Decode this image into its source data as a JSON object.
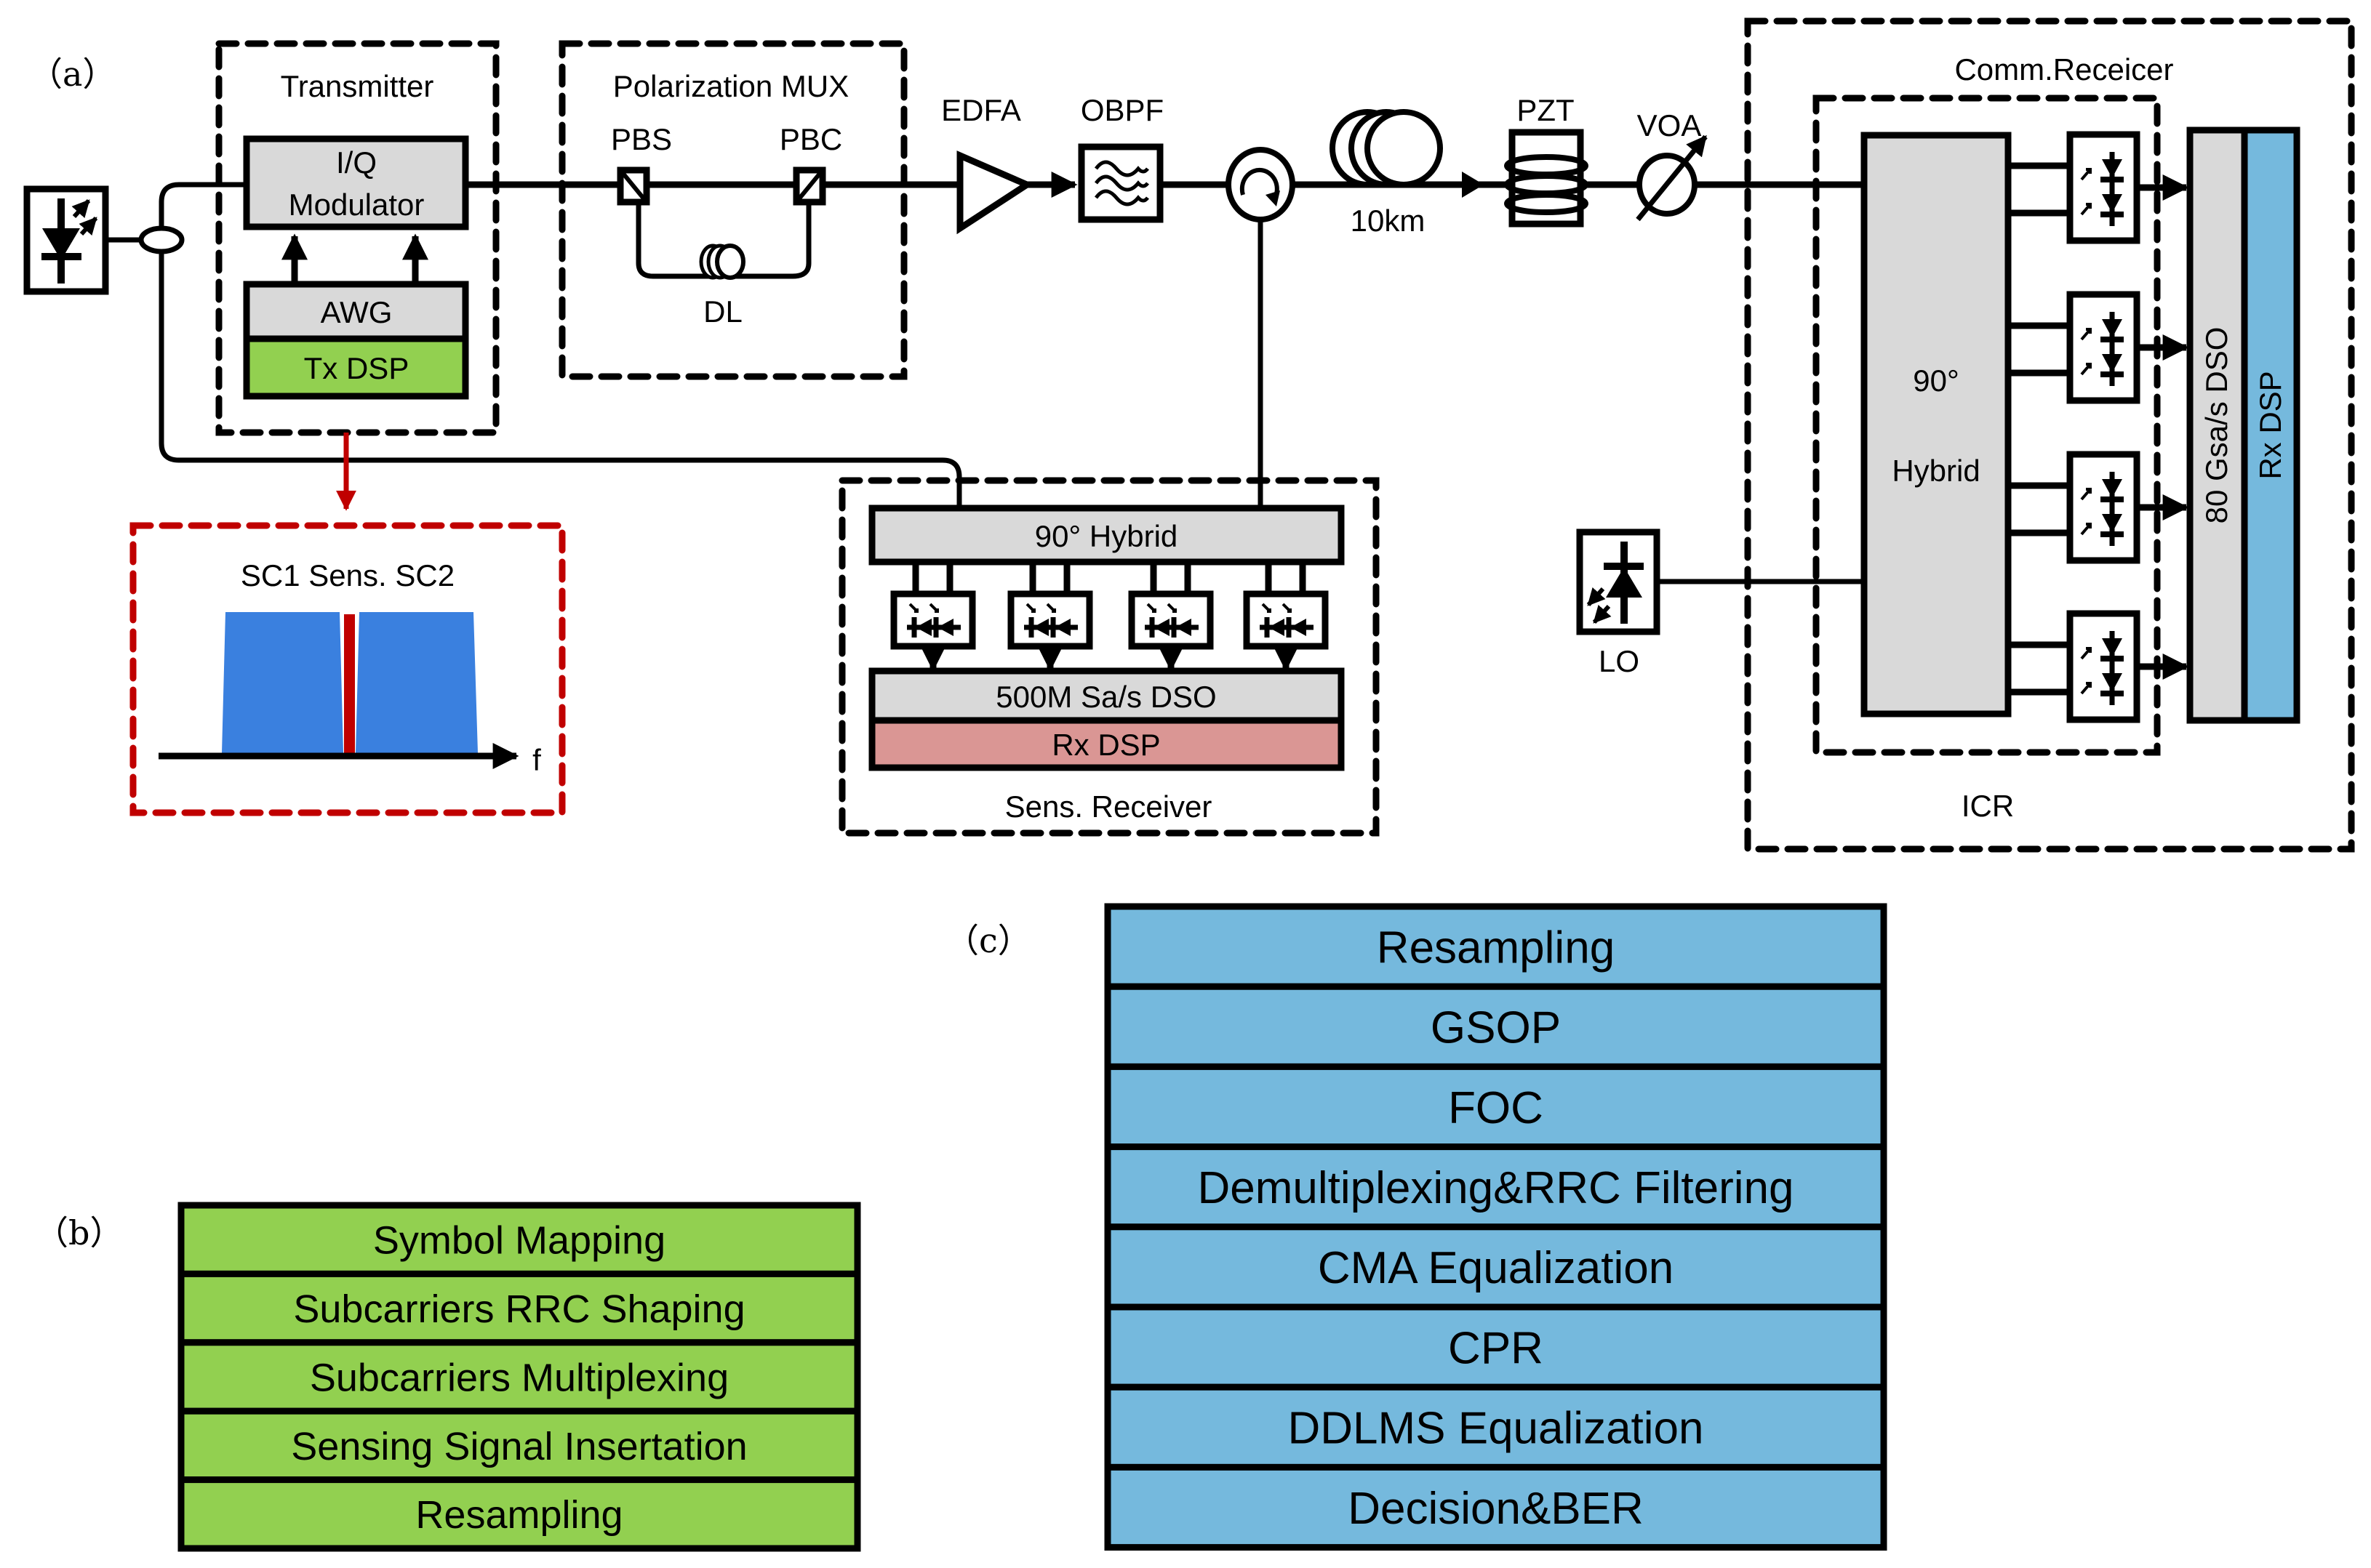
{
  "panel_labels": {
    "a": "（a）",
    "b": "（b）",
    "c": "（c）"
  },
  "colors": {
    "gray_block": "#d9d9d9",
    "tx_dsp_green": "#92d050",
    "sens_rx_dsp_red": "#da9694",
    "comm_rx_dsp_blue": "#75b9dd",
    "spectrum_blue": "#3a80df",
    "sensing_red": "#c00000"
  },
  "transmitter": {
    "title": "Transmitter",
    "iq_line1": "I/Q",
    "iq_line2": "Modulator",
    "awg": "AWG",
    "tx_dsp": "Tx DSP"
  },
  "pol_mux": {
    "title": "Polarization MUX",
    "pbs": "PBS",
    "pbc": "PBC",
    "dl": "DL"
  },
  "link": {
    "edfa": "EDFA",
    "obpf": "OBPF",
    "fiber": "10km",
    "pzt": "PZT",
    "voa": "VOA"
  },
  "spectrum": {
    "title": "SC1 Sens. SC2",
    "axis": "f"
  },
  "sens_receiver": {
    "title": "Sens. Receiver",
    "hybrid": "90° Hybrid",
    "dso": "500M Sa/s DSO",
    "rx_dsp": "Rx DSP"
  },
  "comm_receiver": {
    "title": "Comm.Receicer",
    "hybrid_line1": "90°",
    "hybrid_line2": "Hybrid",
    "dso": "80 Gsa/s DSO",
    "rx_dsp": "Rx DSP",
    "icr": "ICR",
    "lo": "LO"
  },
  "tx_dsp_steps": [
    "Symbol Mapping",
    "Subcarriers RRC Shaping",
    "Subcarriers Multiplexing",
    "Sensing Signal Insertation",
    "Resampling"
  ],
  "rx_dsp_steps": [
    "Resampling",
    "GSOP",
    "FOC",
    "Demultiplexing&RRC Filtering",
    "CMA Equalization",
    "CPR",
    "DDLMS Equalization",
    "Decision&BER"
  ]
}
